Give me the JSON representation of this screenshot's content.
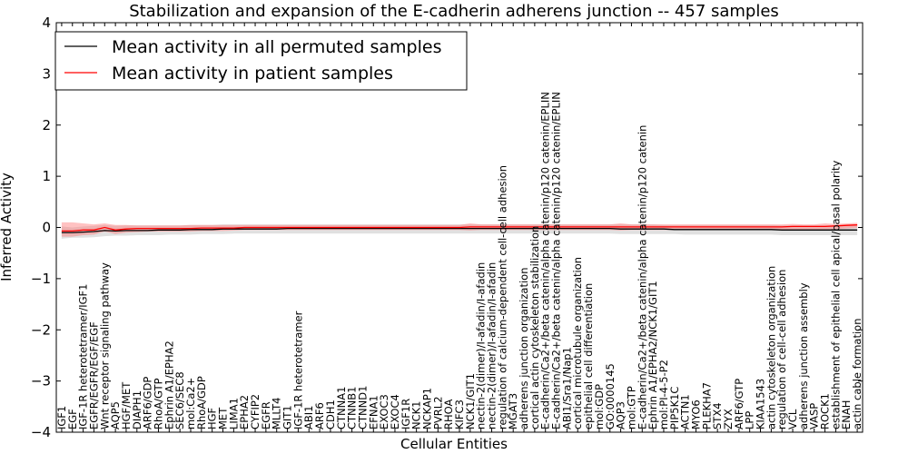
{
  "chart_data": {
    "type": "line",
    "title": "Stabilization and expansion of the E-cadherin adherens junction -- 457 samples",
    "xlabel": "Cellular Entities",
    "ylabel": "Inferred Activity",
    "ylim": [
      -4,
      4
    ],
    "yticks": [
      "4",
      "3",
      "2",
      "1",
      "0",
      "−1",
      "−2",
      "−3",
      "−4"
    ],
    "legend_position": "top-left",
    "categories": [
      "IGF1",
      "EGF",
      "IGF-1R heterotetramer/IGF1",
      "EGFR/EGFR/EGF/EGF",
      "Wnt receptor signaling pathway",
      "AQP5",
      "HGF/MET",
      "DIAPH1",
      "ARF6/GDP",
      "RhoA/GTP",
      "Ephrin A1/EPHA2",
      "SEC6/SEC8",
      "mol:Ca2+",
      "RhoA/GDP",
      "HGF",
      "MET",
      "LIMA1",
      "EPHA2",
      "CYFIP2",
      "EGFR",
      "MLLT4",
      "GIT1",
      "IGF-1R heterotetramer",
      "ABI1",
      "ARF6",
      "CDH1",
      "CTNNA1",
      "CTNNB1",
      "CTNND1",
      "EFNA1",
      "EXOC3",
      "EXOC4",
      "IGF1R",
      "NCK1",
      "NCKAP1",
      "PVRL2",
      "RHOA",
      "KIFC3",
      "NCK1/GIT1",
      "nectin-2(dimer)/I-afadin/I-afadin",
      "nectin-2(dimer)/I-afadin/I-afadin",
      "regulation of calcium-dependent cell-cell adhesion",
      "MGAT3",
      "adherens junction organization",
      "cortical actin cytoskeleton stabilization",
      "E-cadherin/Ca2+/beta catenin/alpha catenin/p120 catenin/EPLIN",
      "E-cadherin/Ca2+/beta catenin/alpha catenin/p120 catenin/EPLIN",
      "ABI1/Sra1/Nap1",
      "cortical microtubule organization",
      "epithelial cell differentiation",
      "mol:GDP",
      "GO:0000145",
      "AQP3",
      "mol:GTP",
      "E-cadherin/Ca2+/beta catenin/alpha catenin/p120 catenin",
      "Ephrin A1/EPHA2/NCK1/GIT1",
      "mol:PI-4-5-P2",
      "PIP5K1C",
      "ACTN1",
      "MYO6",
      "PLEKHA7",
      "STX4",
      "ZYX",
      "ARF6/GTP",
      "LPP",
      "KIAA1543",
      "actin cytoskeleton organization",
      "regulation of cell-cell adhesion",
      "VCL",
      "adherens junction assembly",
      "VASP",
      "ROCK1",
      "establishment of epithelial cell apical/basal polarity",
      "ENAH",
      "actin cable formation"
    ],
    "series": [
      {
        "name": "Mean activity in all permuted samples",
        "color": "#000000",
        "values": [
          -0.1,
          -0.1,
          -0.09,
          -0.08,
          -0.06,
          -0.07,
          -0.06,
          -0.06,
          -0.06,
          -0.05,
          -0.05,
          -0.05,
          -0.04,
          -0.04,
          -0.04,
          -0.03,
          -0.03,
          -0.03,
          -0.03,
          -0.03,
          -0.03,
          -0.02,
          -0.02,
          -0.02,
          -0.02,
          -0.02,
          -0.02,
          -0.02,
          -0.02,
          -0.02,
          -0.02,
          -0.02,
          -0.02,
          -0.02,
          -0.02,
          -0.02,
          -0.02,
          -0.02,
          -0.02,
          -0.02,
          -0.02,
          -0.02,
          -0.02,
          -0.02,
          -0.02,
          -0.02,
          -0.02,
          -0.02,
          -0.02,
          -0.02,
          -0.02,
          -0.02,
          -0.03,
          -0.03,
          -0.03,
          -0.03,
          -0.03,
          -0.04,
          -0.04,
          -0.04,
          -0.04,
          -0.04,
          -0.04,
          -0.04,
          -0.04,
          -0.04,
          -0.04,
          -0.05,
          -0.05,
          -0.05,
          -0.05,
          -0.05,
          -0.05,
          -0.05,
          -0.05
        ],
        "band_lower": [
          -0.22,
          -0.2,
          -0.2,
          -0.19,
          -0.17,
          -0.16,
          -0.16,
          -0.15,
          -0.15,
          -0.15,
          -0.14,
          -0.14,
          -0.14,
          -0.13,
          -0.13,
          -0.13,
          -0.12,
          -0.12,
          -0.12,
          -0.12,
          -0.12,
          -0.12,
          -0.12,
          -0.12,
          -0.12,
          -0.12,
          -0.12,
          -0.12,
          -0.12,
          -0.12,
          -0.12,
          -0.12,
          -0.12,
          -0.12,
          -0.12,
          -0.12,
          -0.12,
          -0.12,
          -0.12,
          -0.12,
          -0.12,
          -0.12,
          -0.12,
          -0.12,
          -0.12,
          -0.12,
          -0.12,
          -0.12,
          -0.12,
          -0.12,
          -0.12,
          -0.12,
          -0.13,
          -0.13,
          -0.13,
          -0.13,
          -0.13,
          -0.13,
          -0.14,
          -0.14,
          -0.14,
          -0.14,
          -0.14,
          -0.14,
          -0.14,
          -0.14,
          -0.14,
          -0.15,
          -0.15,
          -0.15,
          -0.15,
          -0.15,
          -0.15,
          -0.15,
          -0.15
        ],
        "band_upper": [
          0.02,
          0.0,
          0.02,
          0.03,
          0.05,
          0.03,
          0.04,
          0.04,
          0.04,
          0.04,
          0.04,
          0.04,
          0.05,
          0.05,
          0.05,
          0.06,
          0.06,
          0.06,
          0.06,
          0.06,
          0.06,
          0.06,
          0.06,
          0.06,
          0.06,
          0.06,
          0.06,
          0.06,
          0.06,
          0.06,
          0.06,
          0.06,
          0.06,
          0.06,
          0.06,
          0.06,
          0.06,
          0.06,
          0.06,
          0.06,
          0.06,
          0.06,
          0.06,
          0.06,
          0.06,
          0.06,
          0.06,
          0.06,
          0.06,
          0.06,
          0.06,
          0.06,
          0.06,
          0.06,
          0.06,
          0.06,
          0.05,
          0.05,
          0.05,
          0.05,
          0.05,
          0.05,
          0.05,
          0.05,
          0.05,
          0.05,
          0.05,
          0.04,
          0.04,
          0.04,
          0.04,
          0.04,
          0.04,
          0.04,
          0.04
        ]
      },
      {
        "name": "Mean activity in patient samples",
        "color": "#ff0000",
        "values": [
          -0.07,
          -0.07,
          -0.05,
          -0.05,
          0.0,
          -0.05,
          -0.03,
          -0.02,
          -0.02,
          -0.02,
          -0.02,
          -0.02,
          -0.02,
          -0.01,
          -0.01,
          -0.01,
          -0.01,
          0.0,
          0.0,
          0.0,
          0.0,
          0.0,
          0.0,
          0.0,
          0.0,
          0.0,
          0.0,
          0.0,
          0.0,
          0.0,
          0.0,
          0.0,
          0.0,
          0.0,
          0.0,
          0.0,
          0.0,
          0.0,
          0.01,
          0.01,
          0.01,
          0.01,
          0.01,
          0.01,
          0.01,
          0.01,
          0.01,
          0.01,
          0.01,
          0.01,
          0.01,
          0.01,
          0.01,
          0.01,
          0.01,
          0.01,
          0.01,
          0.01,
          0.01,
          0.01,
          0.01,
          0.01,
          0.01,
          0.01,
          0.01,
          0.01,
          0.01,
          0.01,
          0.02,
          0.02,
          0.02,
          0.02,
          0.03,
          0.04,
          0.05
        ],
        "band_lower": [
          -0.18,
          -0.18,
          -0.15,
          -0.14,
          -0.08,
          -0.13,
          -0.1,
          -0.09,
          -0.08,
          -0.08,
          -0.08,
          -0.08,
          -0.08,
          -0.07,
          -0.07,
          -0.07,
          -0.06,
          -0.05,
          -0.05,
          -0.05,
          -0.05,
          -0.05,
          -0.05,
          -0.05,
          -0.05,
          -0.05,
          -0.05,
          -0.05,
          -0.05,
          -0.05,
          -0.05,
          -0.05,
          -0.05,
          -0.05,
          -0.05,
          -0.05,
          -0.05,
          -0.05,
          -0.06,
          -0.05,
          -0.05,
          -0.05,
          -0.05,
          -0.05,
          -0.05,
          -0.05,
          -0.05,
          -0.05,
          -0.05,
          -0.05,
          -0.05,
          -0.05,
          -0.06,
          -0.05,
          -0.05,
          -0.05,
          -0.05,
          -0.05,
          -0.05,
          -0.05,
          -0.05,
          -0.05,
          -0.05,
          -0.05,
          -0.05,
          -0.05,
          -0.05,
          -0.05,
          -0.04,
          -0.04,
          -0.04,
          -0.04,
          -0.03,
          -0.02,
          -0.01
        ],
        "band_upper": [
          0.1,
          0.1,
          0.08,
          0.06,
          0.08,
          0.05,
          0.05,
          0.04,
          0.04,
          0.04,
          0.04,
          0.04,
          0.05,
          0.05,
          0.05,
          0.05,
          0.05,
          0.05,
          0.05,
          0.05,
          0.05,
          0.05,
          0.05,
          0.05,
          0.05,
          0.05,
          0.05,
          0.05,
          0.05,
          0.05,
          0.05,
          0.05,
          0.05,
          0.05,
          0.05,
          0.05,
          0.05,
          0.05,
          0.08,
          0.06,
          0.06,
          0.06,
          0.06,
          0.06,
          0.06,
          0.06,
          0.06,
          0.06,
          0.06,
          0.06,
          0.06,
          0.06,
          0.08,
          0.06,
          0.06,
          0.06,
          0.06,
          0.06,
          0.06,
          0.06,
          0.06,
          0.06,
          0.06,
          0.06,
          0.06,
          0.06,
          0.06,
          0.06,
          0.07,
          0.06,
          0.06,
          0.08,
          0.07,
          0.08,
          0.09
        ]
      }
    ]
  }
}
